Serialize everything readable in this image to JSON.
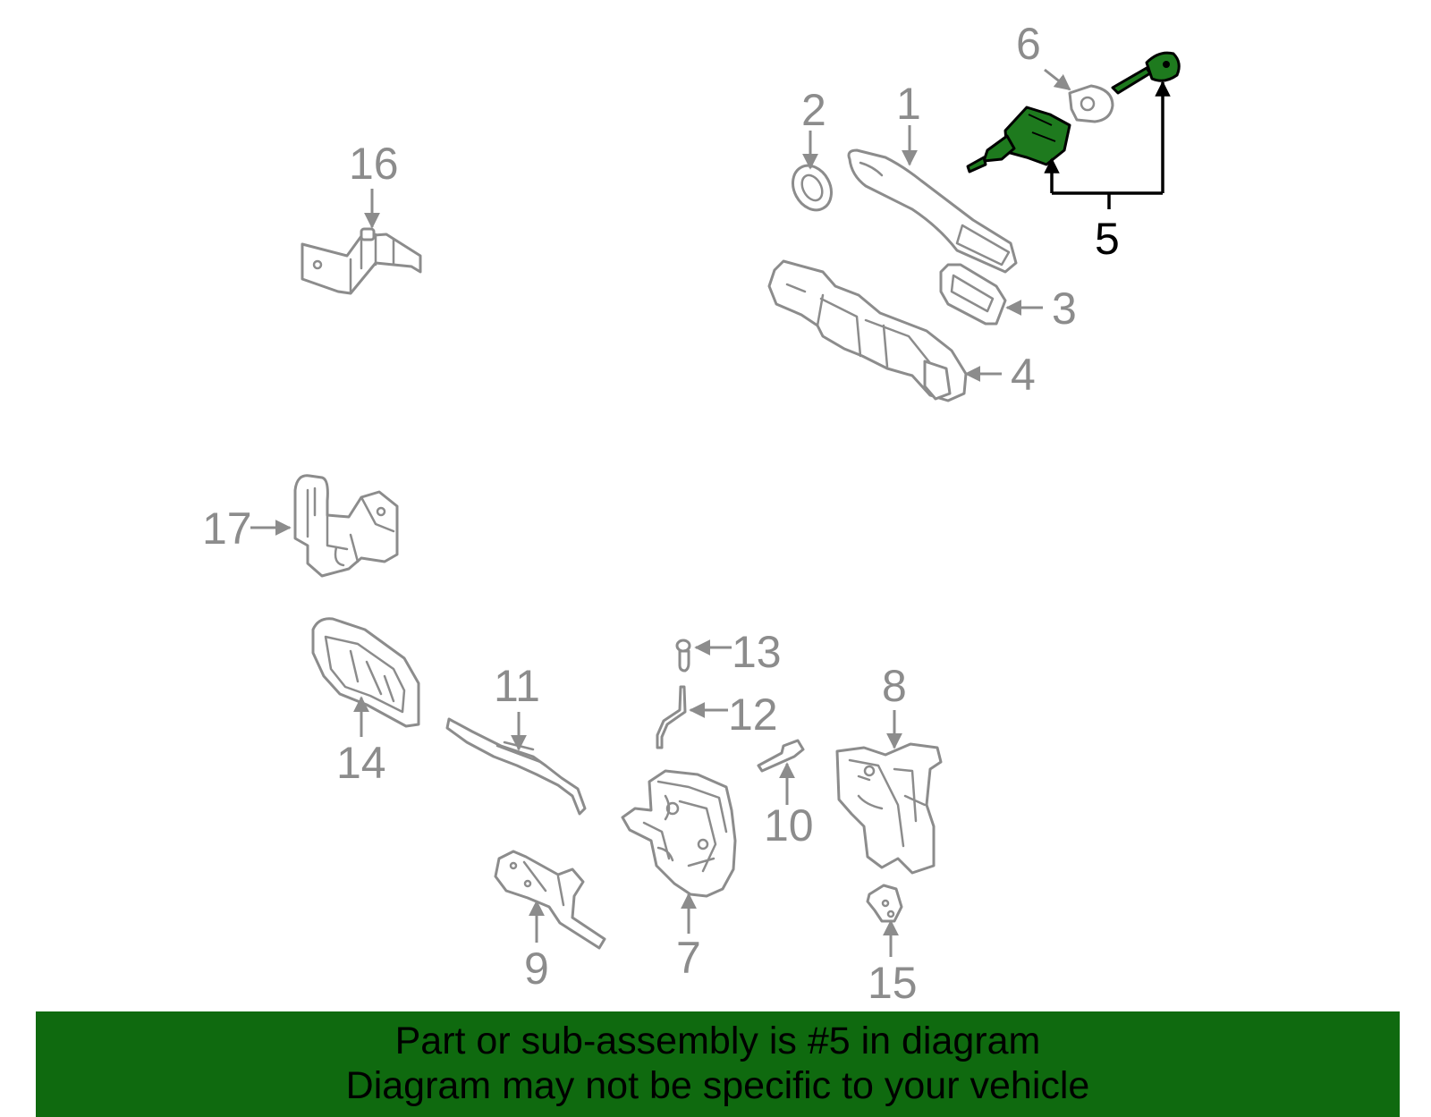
{
  "callouts": {
    "c1": "1",
    "c2": "2",
    "c3": "3",
    "c4": "4",
    "c5": "5",
    "c6": "6",
    "c7": "7",
    "c8": "8",
    "c9": "9",
    "c10": "10",
    "c11": "11",
    "c12": "12",
    "c13": "13",
    "c14": "14",
    "c15": "15",
    "c16": "16",
    "c17": "17"
  },
  "highlight": {
    "part_number": "5",
    "color": "#1e7a1e"
  },
  "colors": {
    "line": "#8c8c8c",
    "highlight_line": "#000000",
    "banner": "#0f6a0f"
  },
  "banner": {
    "line1": "Part or sub-assembly is #5 in diagram",
    "line2": "Diagram may not be specific to your vehicle"
  }
}
